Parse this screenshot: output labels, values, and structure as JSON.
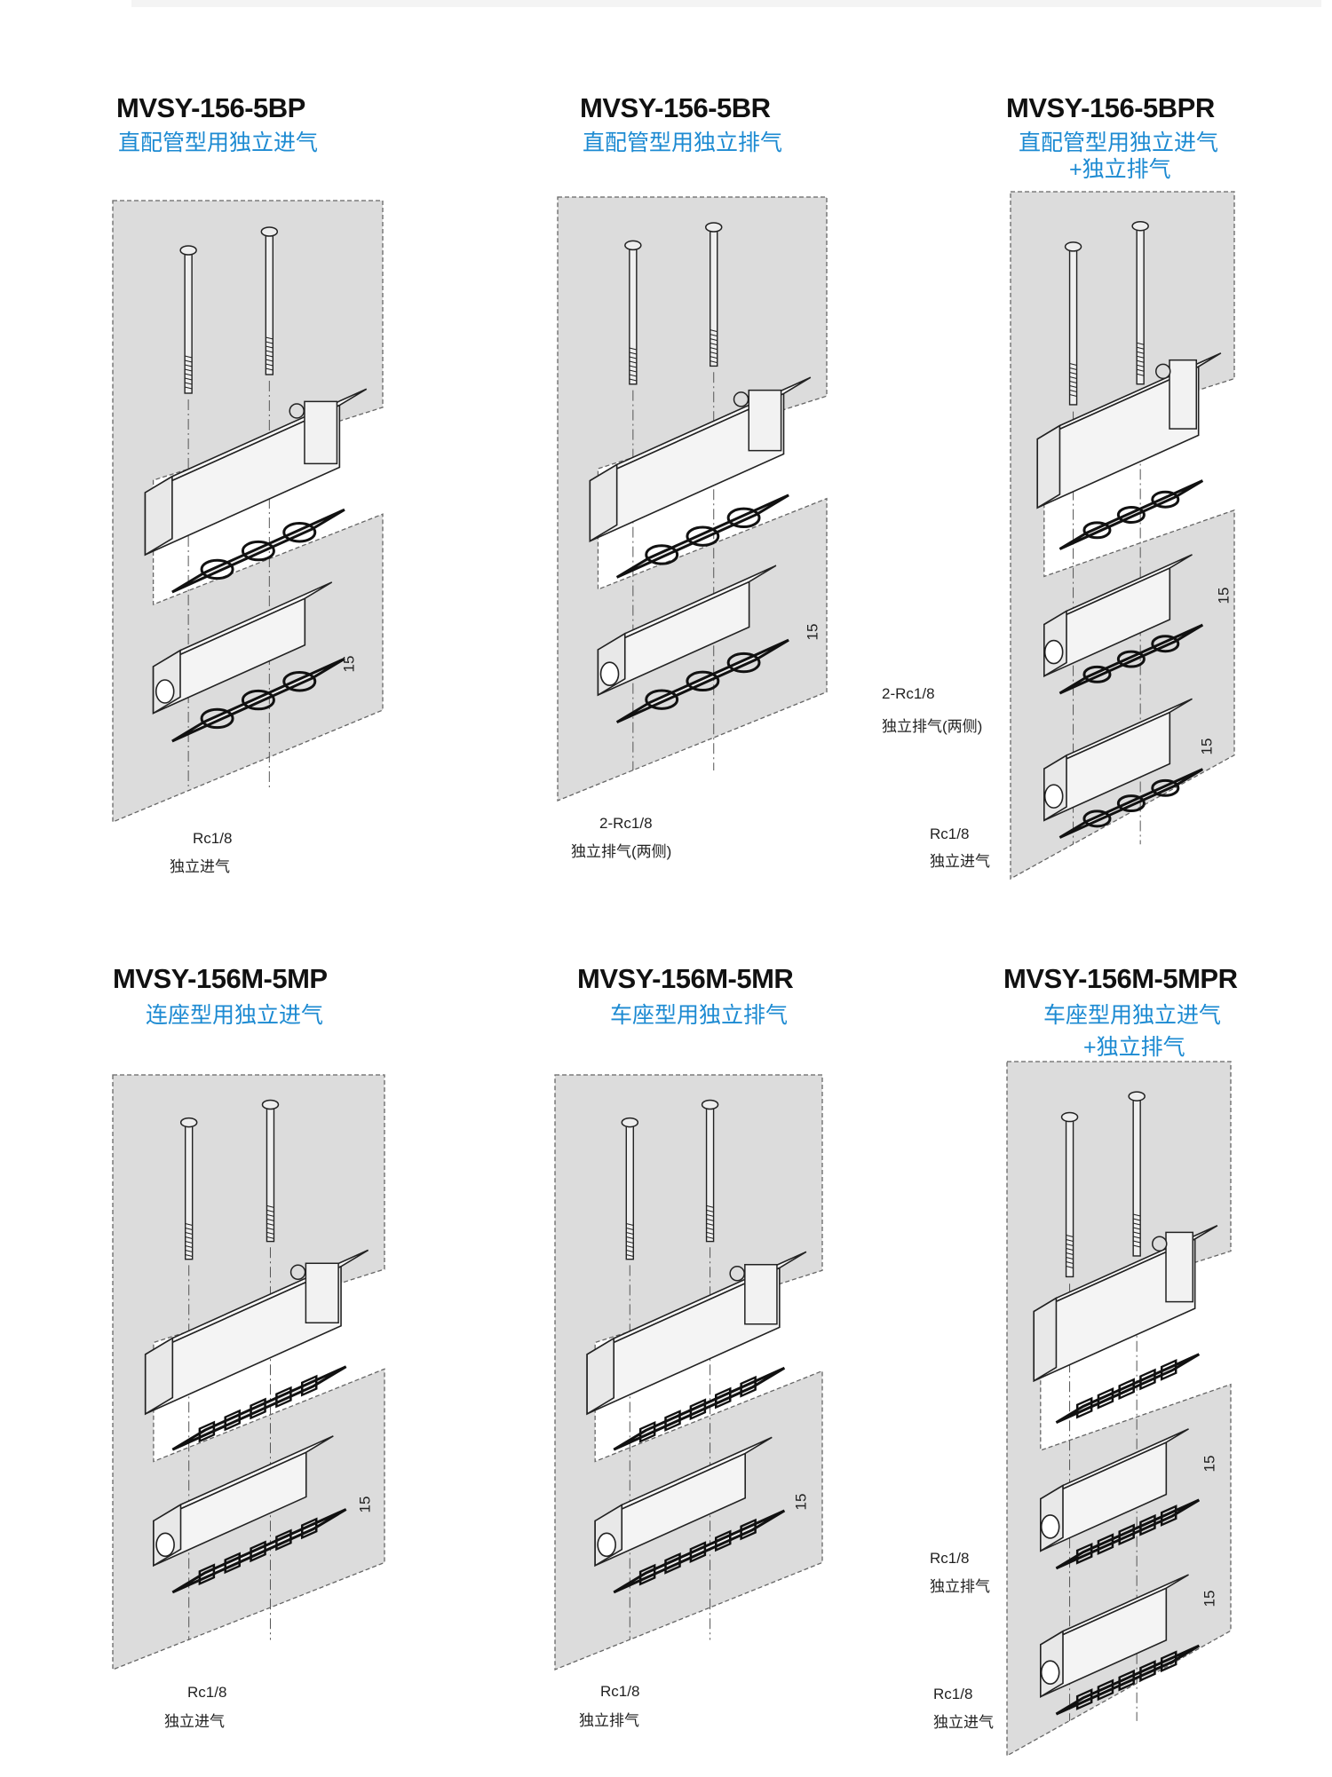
{
  "panels": [
    {
      "title": "MVSY-156-5BP",
      "subtitle": [
        "直配管型用独立进气"
      ],
      "callouts": [
        {
          "port": "Rc1/8",
          "desc": "独立进气"
        }
      ],
      "dims": [
        "15"
      ]
    },
    {
      "title": "MVSY-156-5BR",
      "subtitle": [
        "直配管型用独立排气"
      ],
      "callouts": [
        {
          "port": "2-Rc1/8",
          "desc": "独立排气(两侧)"
        }
      ],
      "dims": [
        "15"
      ]
    },
    {
      "title": "MVSY-156-5BPR",
      "subtitle": [
        "直配管型用独立进气",
        "+独立排气"
      ],
      "callouts": [
        {
          "port": "2-Rc1/8",
          "desc": "独立排气(两侧)"
        },
        {
          "port": "Rc1/8",
          "desc": "独立进气"
        }
      ],
      "dims": [
        "15",
        "15"
      ]
    },
    {
      "title": "MVSY-156M-5MP",
      "subtitle": [
        "连座型用独立进气"
      ],
      "callouts": [
        {
          "port": "Rc1/8",
          "desc": "独立进气"
        }
      ],
      "dims": [
        "15"
      ]
    },
    {
      "title": "MVSY-156M-5MR",
      "subtitle": [
        "车座型用独立排气"
      ],
      "callouts": [
        {
          "port": "Rc1/8",
          "desc": "独立排气"
        }
      ],
      "dims": [
        "15"
      ]
    },
    {
      "title": "MVSY-156M-5MPR",
      "subtitle": [
        "车座型用独立进气",
        "+独立排气"
      ],
      "callouts": [
        {
          "port": "Rc1/8",
          "desc": "独立排气"
        },
        {
          "port": "Rc1/8",
          "desc": "独立进气"
        }
      ],
      "dims": [
        "15",
        "15"
      ]
    }
  ],
  "colors": {
    "title": "#111111",
    "subtitle": "#1c8ad2",
    "region": "#dcdcdc"
  }
}
